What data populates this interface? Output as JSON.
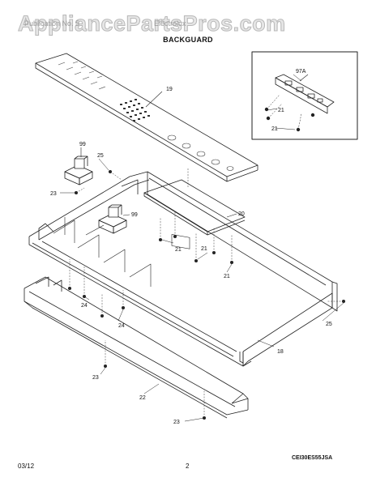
{
  "watermark": "AppliancePartsPros.com",
  "header": {
    "left_text": "Publication No. 5",
    "right_text": "Electrolux",
    "title": "BACKGUARD"
  },
  "callouts": [
    "19",
    "97A",
    "21",
    "21",
    "99",
    "25",
    "23",
    "99",
    "20",
    "21",
    "21",
    "21",
    "24",
    "24",
    "25",
    "18",
    "23",
    "22",
    "23"
  ],
  "model_code": "CEI30ES55JSA",
  "footer": {
    "date": "03/12",
    "page": "2"
  }
}
